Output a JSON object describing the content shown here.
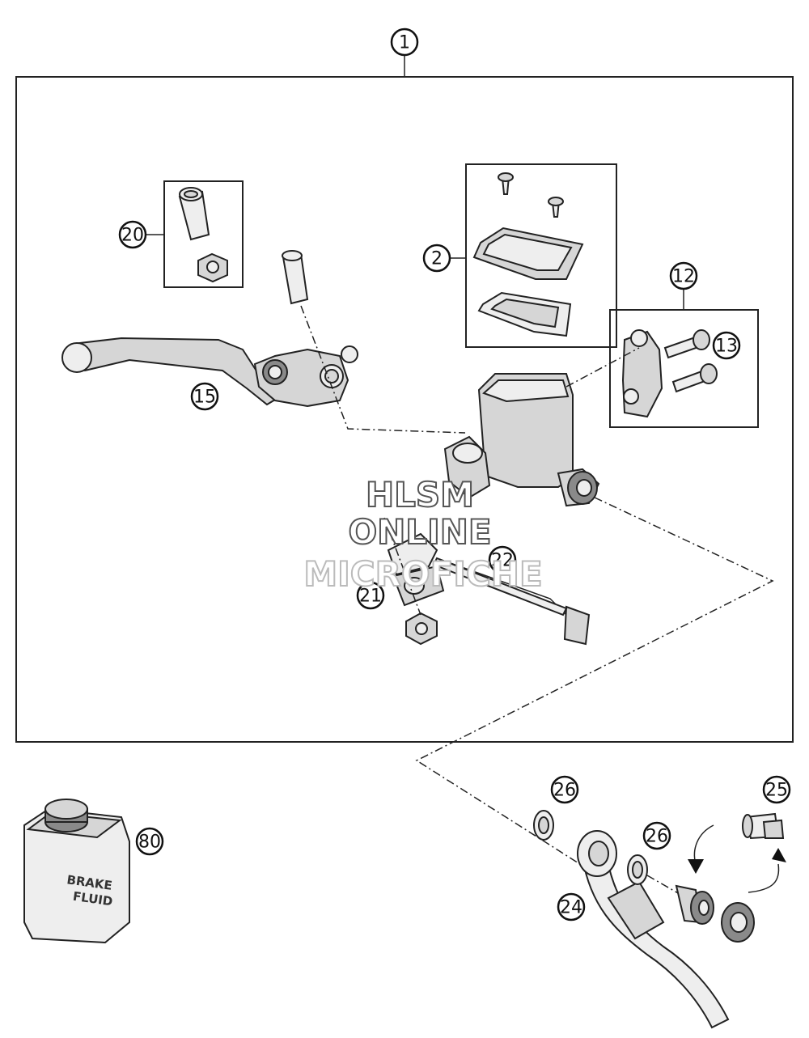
{
  "callouts": {
    "c1": "1",
    "c2": "2",
    "c12": "12",
    "c13": "13",
    "c15": "15",
    "c20": "20",
    "c21": "21",
    "c22": "22",
    "c24": "24",
    "c25": "25",
    "c26a": "26",
    "c26b": "26",
    "c80": "80"
  },
  "watermark": {
    "line1": "HLSM",
    "line2": "ONLINE",
    "line3": "MICROFICHE"
  },
  "bottle_label": {
    "line1": "BRAKE",
    "line2": "FLUID"
  }
}
